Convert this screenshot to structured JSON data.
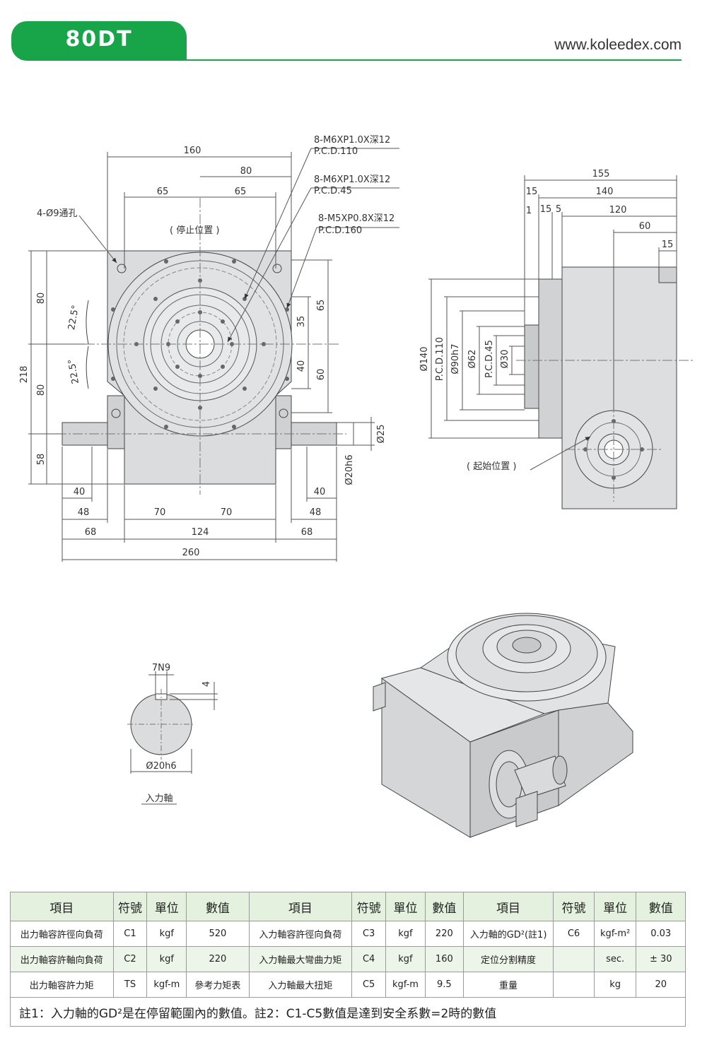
{
  "header": {
    "model": "80DT",
    "website": "www.koleedex.com",
    "brand_color": "#18a54a"
  },
  "front_view": {
    "callouts": [
      "8-M6XP1.0X深12",
      "P.C.D.110",
      "8-M6XP1.0X深12",
      "P.C.D.45",
      "8-M5XP0.8X深12",
      "P.C.D.160"
    ],
    "hole_label": "4-Ø9通孔",
    "stop_position": "( 停止位置 )",
    "dim_top": [
      "160",
      "80",
      "65",
      "65"
    ],
    "dim_left": [
      "80",
      "80",
      "218",
      "58"
    ],
    "angles": [
      "22.5°",
      "22.5°"
    ],
    "dim_right": [
      "65",
      "35",
      "40",
      "60",
      "Ø25",
      "Ø20h6"
    ],
    "dim_bottom": [
      "40",
      "40",
      "48",
      "70",
      "70",
      "48",
      "68",
      "124",
      "68",
      "260"
    ]
  },
  "side_view": {
    "dim_top": [
      "155",
      "15",
      "140",
      "1",
      "15",
      "5",
      "120",
      "60",
      "15"
    ],
    "dim_left": [
      "Ø140",
      "P.C.D.110",
      "Ø90h7",
      "Ø62",
      "P.C.D.45",
      "Ø30"
    ],
    "start_position": "( 起始位置 )"
  },
  "shaft_detail": {
    "key": "7N9",
    "depth": "4",
    "diameter": "Ø20h6",
    "caption": "入力軸"
  },
  "spec_table": {
    "headers": [
      "項目",
      "符號",
      "單位",
      "數值",
      "項目",
      "符號",
      "單位",
      "數值",
      "項目",
      "符號",
      "單位",
      "數值"
    ],
    "rows": [
      [
        "出力軸容許徑向負荷",
        "C1",
        "kgf",
        "520",
        "入力軸容許徑向負荷",
        "C3",
        "kgf",
        "220",
        "入力軸的GD²(註1)",
        "C6",
        "kgf-m²",
        "0.03"
      ],
      [
        "出力軸容許軸向負荷",
        "C2",
        "kgf",
        "220",
        "入力軸最大彎曲力矩",
        "C4",
        "kgf",
        "160",
        "定位分割精度",
        "",
        "sec.",
        "± 30"
      ],
      [
        "出力軸容許力矩",
        "TS",
        "kgf-m",
        "參考力矩表",
        "入力軸最大扭矩",
        "C5",
        "kgf-m",
        "9.5",
        "重量",
        "",
        "kg",
        "20"
      ]
    ],
    "note": "註1：入力軸的GD²是在停留範圍內的數值。註2：C1-C5數值是達到安全系數=2時的數值"
  }
}
